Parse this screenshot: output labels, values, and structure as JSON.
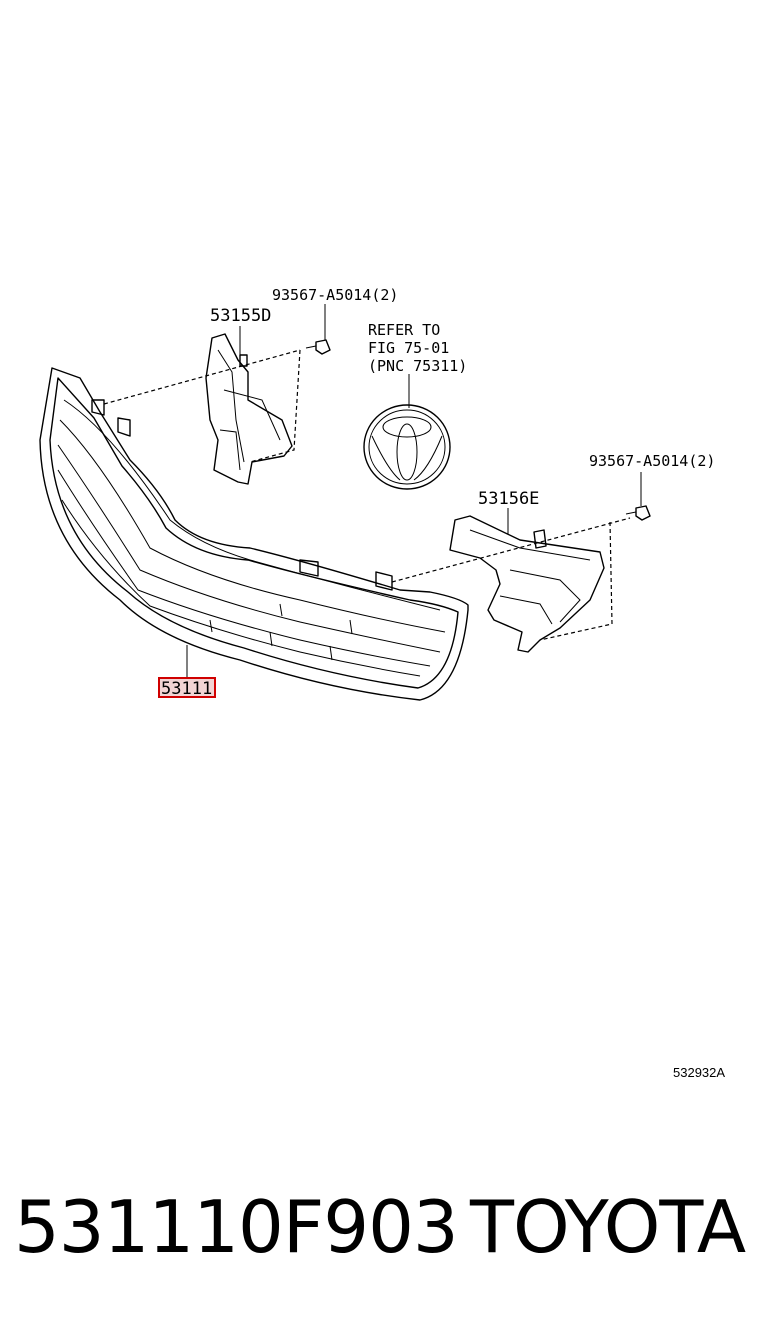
{
  "diagram": {
    "labels": {
      "bolt_top": "93567-A5014(2)",
      "bracket_left": "53155D",
      "refer_line1": "REFER TO",
      "refer_line2": "FIG 75-01",
      "refer_line3": "(PNC 75311)",
      "bolt_right": "93567-A5014(2)",
      "bracket_right": "53156E",
      "grille": "53111"
    },
    "figure_id": "532932A",
    "highlight_color": "#d00000"
  },
  "footer": {
    "part_number": "531110F903",
    "brand": "TOYOTA"
  }
}
